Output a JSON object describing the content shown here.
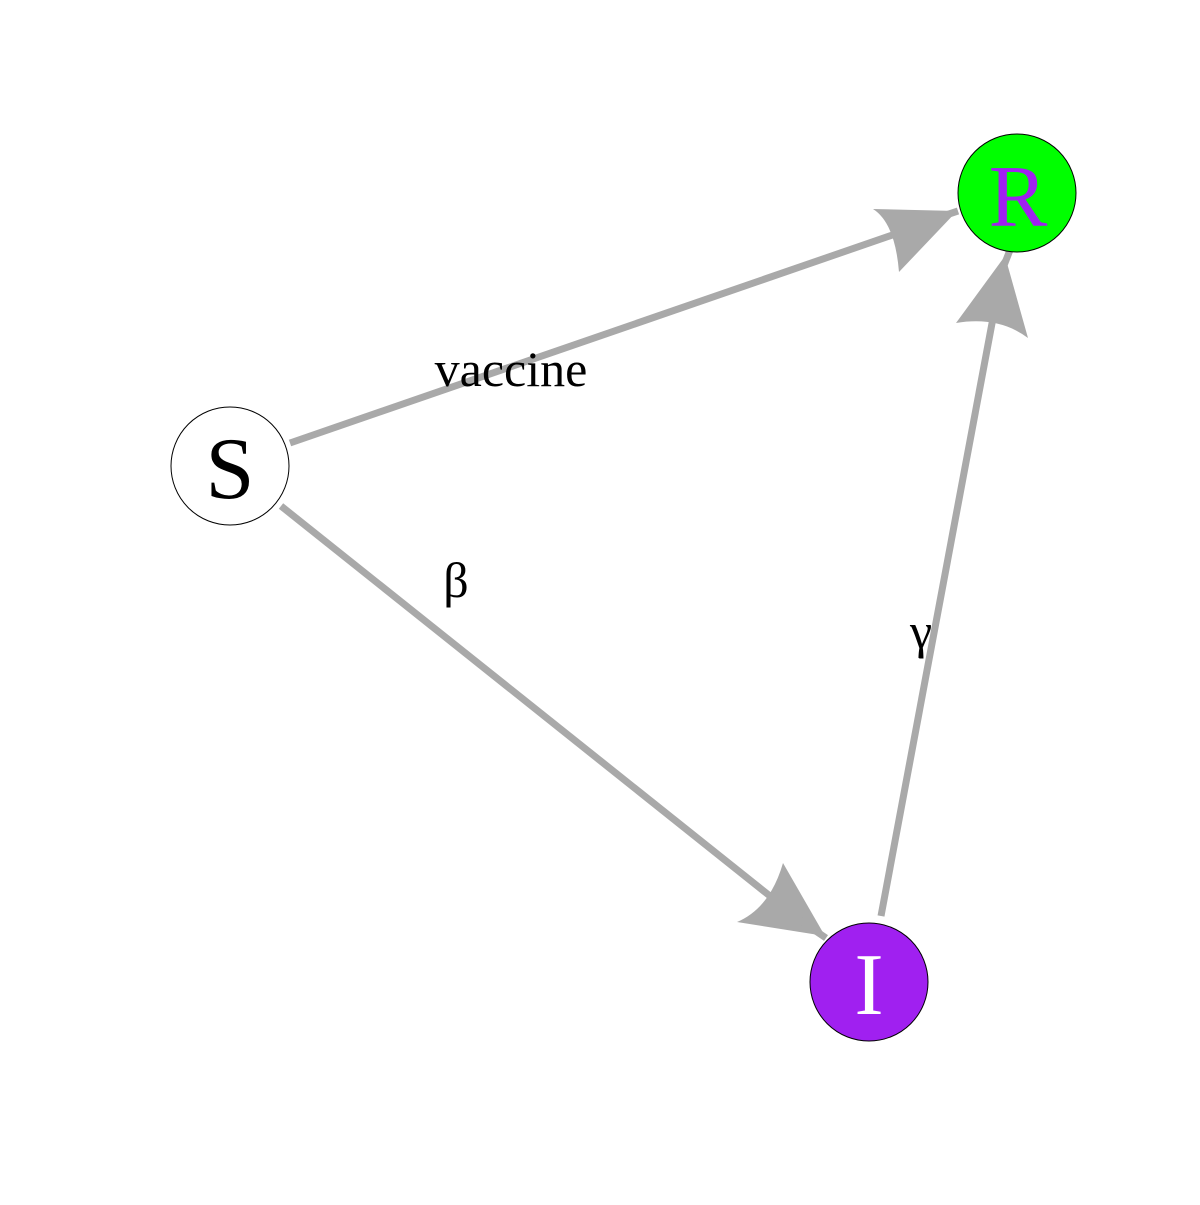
{
  "diagram": {
    "nodes": [
      {
        "id": "S",
        "label": "S",
        "fill": "#ffffff",
        "label_color": "#000000"
      },
      {
        "id": "R",
        "label": "R",
        "fill": "#00ff00",
        "label_color": "#a020f0"
      },
      {
        "id": "I",
        "label": "I",
        "fill": "#a020f0",
        "label_color": "#ffffff"
      }
    ],
    "edges": [
      {
        "from": "S",
        "to": "R",
        "label": "vaccine"
      },
      {
        "from": "S",
        "to": "I",
        "label": "β"
      },
      {
        "from": "I",
        "to": "R",
        "label": "γ"
      }
    ],
    "edge_color": "#a9a9a9",
    "node_border_color": "#000000"
  }
}
